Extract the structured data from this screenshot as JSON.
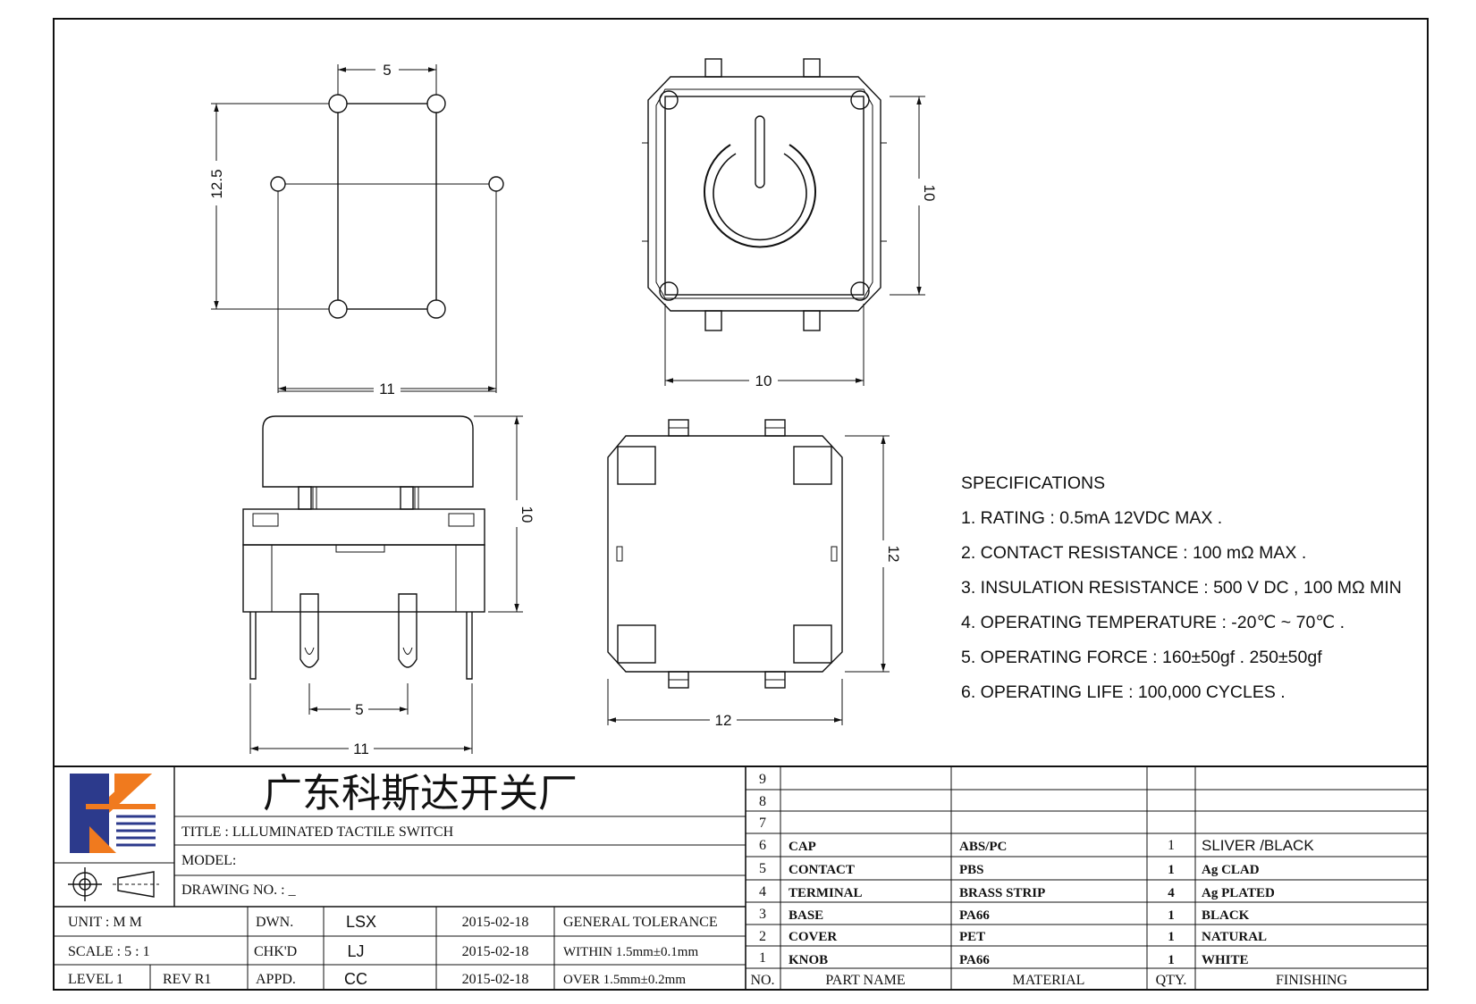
{
  "dimensions": {
    "top_left_pitch": "5",
    "top_left_height": "12.5",
    "top_left_width": "11",
    "top_right_height": "10",
    "top_right_width": "10",
    "side_height": "10",
    "side_pin_pitch": "5",
    "side_width": "11",
    "bottom_height": "12",
    "bottom_width": "12"
  },
  "specifications": {
    "heading": "SPECIFICATIONS",
    "items": [
      "1. RATING : 0.5mA 12VDC MAX .",
      "2. CONTACT RESISTANCE : 100 mΩ MAX .",
      "3. INSULATION RESISTANCE : 500 V DC , 100 MΩ MIN",
      "4. OPERATING TEMPERATURE : -20℃ ~ 70℃ .",
      "5. OPERATING FORCE : 160±50gf . 250±50gf",
      "6. OPERATING LIFE : 100,000 CYCLES ."
    ]
  },
  "title_block": {
    "company": "广东科斯达开关厂",
    "title": "TITLE :  LLLUMINATED TACTILE SWITCH",
    "model": "MODEL:",
    "drawing_no": "DRAWING NO. : _",
    "unit": "UNIT   :   M M",
    "scale": "SCALE  :  5 : 1",
    "level": "LEVEL 1",
    "rev": "REV  R1",
    "dwn_label": "DWN.",
    "chkd_label": "CHK'D",
    "appd_label": "APPD.",
    "dwn_name": "LSX",
    "chkd_name": "LJ",
    "appd_name": "CC",
    "dwn_date": "2015-02-18",
    "chkd_date": "2015-02-18",
    "appd_date": "2015-02-18",
    "general_tolerance": "GENERAL TOLERANCE",
    "within": "WITHIN 1.5mm±0.1mm",
    "over": "OVER   1.5mm±0.2mm",
    "colors": {
      "logo_blue": "#2c3a8c",
      "logo_orange": "#f07a1e"
    }
  },
  "bom": {
    "headers": {
      "no": "NO.",
      "part": "PART  NAME",
      "material": "MATERIAL",
      "qty": "QTY.",
      "finishing": "FINISHING"
    },
    "rows": [
      {
        "no": "9",
        "part": "",
        "material": "",
        "qty": "",
        "finishing": ""
      },
      {
        "no": "8",
        "part": "",
        "material": "",
        "qty": "",
        "finishing": ""
      },
      {
        "no": "7",
        "part": "",
        "material": "",
        "qty": "",
        "finishing": ""
      },
      {
        "no": "6",
        "part": "CAP",
        "material": "ABS/PC",
        "qty": "1",
        "finishing": "SLIVER /BLACK"
      },
      {
        "no": "5",
        "part": "CONTACT",
        "material": "PBS",
        "qty": "1",
        "finishing": "Ag CLAD"
      },
      {
        "no": "4",
        "part": "TERMINAL",
        "material": "BRASS STRIP",
        "qty": "4",
        "finishing": "Ag PLATED"
      },
      {
        "no": "3",
        "part": "BASE",
        "material": "PA66",
        "qty": "1",
        "finishing": "BLACK"
      },
      {
        "no": "2",
        "part": "COVER",
        "material": "PET",
        "qty": "1",
        "finishing": "NATURAL"
      },
      {
        "no": "1",
        "part": "KNOB",
        "material": "PA66",
        "qty": "1",
        "finishing": "WHITE"
      }
    ]
  }
}
